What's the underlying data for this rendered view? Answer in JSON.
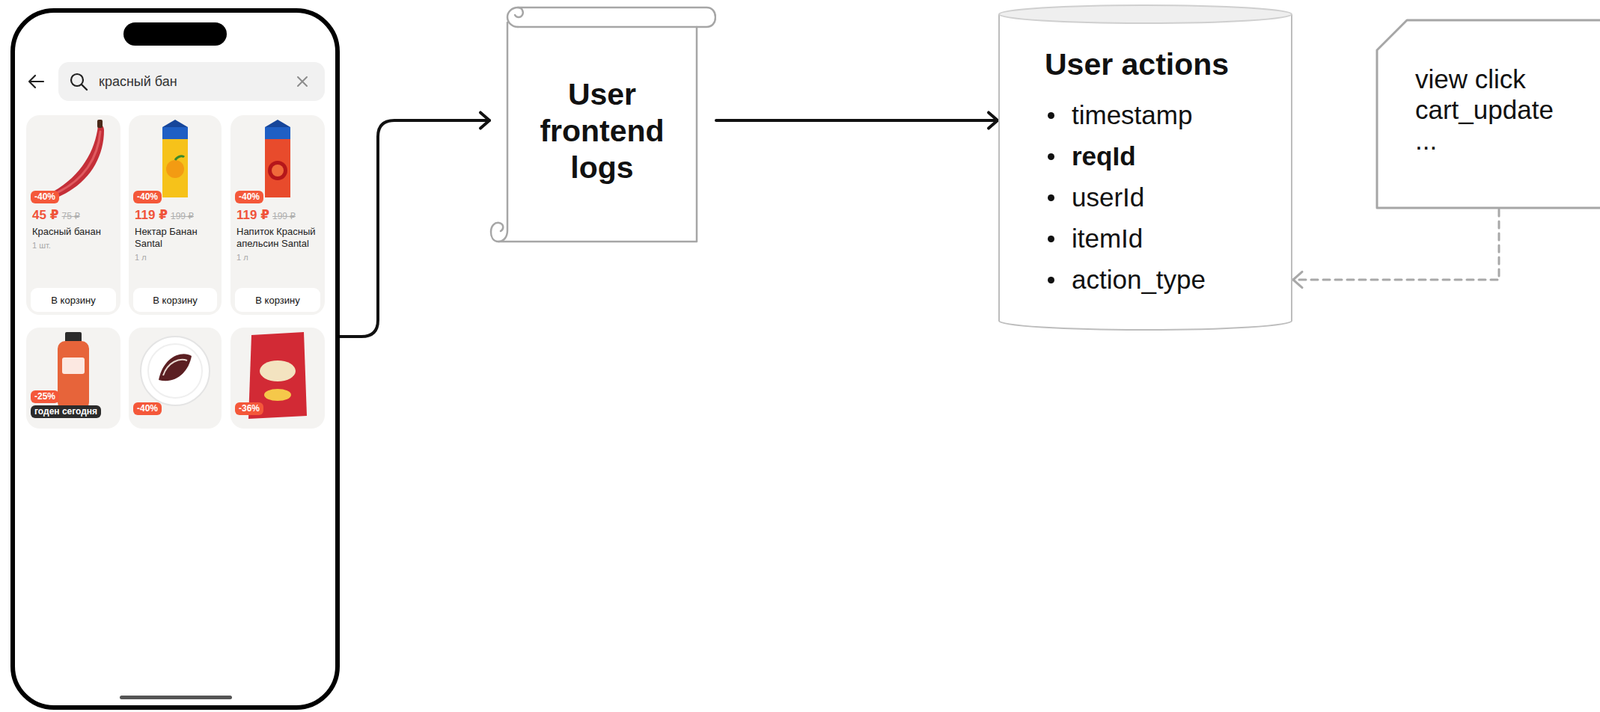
{
  "diagram": {
    "nodes": [
      {
        "text": [
          "красный бан"
        ]
      },
      {
        "text": [
          "-40%",
          "45 ₽",
          "75 ₽",
          "Красный банан",
          "1 шт."
        ],
        "in": 0
      },
      {
        "text": [
          "В корзину"
        ],
        "in": 1
      },
      {
        "text": [
          "-40%",
          "119 ₽",
          "199 ₽",
          "Нектар Банан Santal",
          "1 л"
        ],
        "in": 0
      },
      {
        "text": [
          "В корзину"
        ],
        "in": 3
      },
      {
        "text": [
          "-40%",
          "119 ₽",
          "199 ₽",
          "Напиток Красный апельсин Santal",
          "1 л"
        ],
        "in": 0
      },
      {
        "text": [
          "В корзину"
        ],
        "in": 5
      },
      {
        "text": [
          "-25%",
          "годен сегодня"
        ],
        "in": 0
      },
      {
        "text": [
          "-40%"
        ],
        "in": 0
      },
      {
        "text": [
          "-36%"
        ],
        "in": 0
      },
      {
        "text": [
          "User frontend logs"
        ]
      },
      {
        "text": [
          "User actions",
          "timestamp",
          "reqId",
          "userId",
          "itemId",
          "action_type"
        ]
      },
      {
        "text": [
          "view click cart_update ..."
        ]
      }
    ],
    "edges": [
      {
        "from": 0,
        "to": 10,
        "arrow": "to"
      },
      {
        "from": 10,
        "to": 11,
        "arrow": "to"
      },
      {
        "from": 12,
        "to": 11,
        "arrow": "to"
      }
    ]
  }
}
